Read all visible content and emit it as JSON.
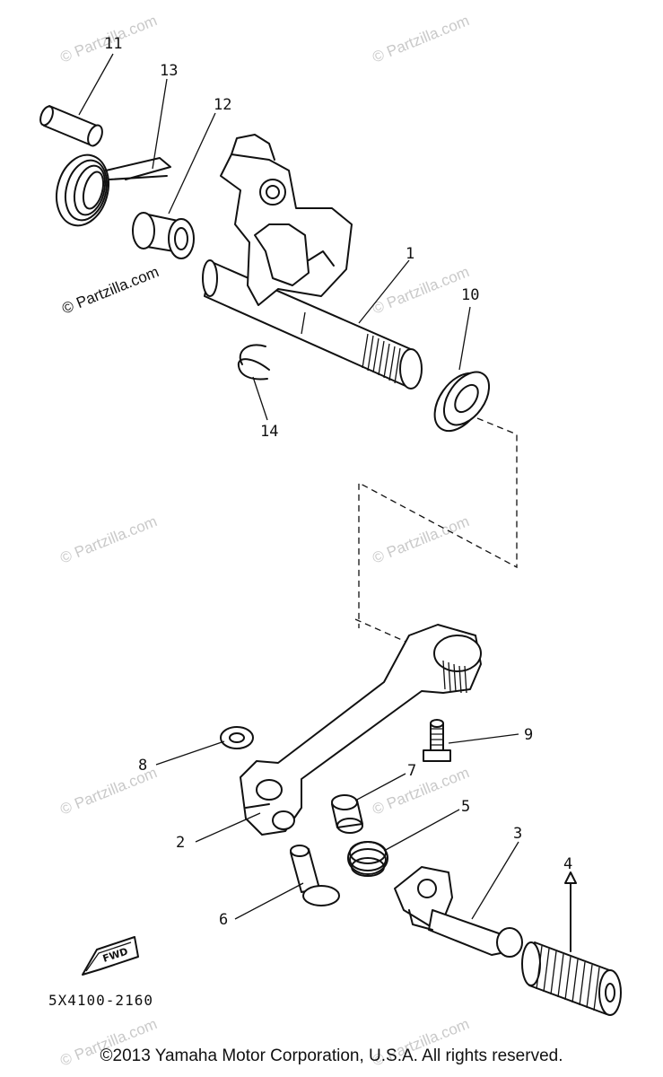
{
  "callouts": {
    "c1": "1",
    "c2": "2",
    "c3": "3",
    "c4": "4",
    "c5": "5",
    "c6": "6",
    "c7": "7",
    "c8": "8",
    "c9": "9",
    "c10": "10",
    "c11": "11",
    "c12": "12",
    "c13": "13",
    "c14": "14"
  },
  "watermark": "© Partzilla.com",
  "fwd_label": "FWD",
  "diagram_code": "5X4100-2160",
  "copyright": "©2013  Yamaha Motor Corporation, U.S.A. All rights reserved."
}
